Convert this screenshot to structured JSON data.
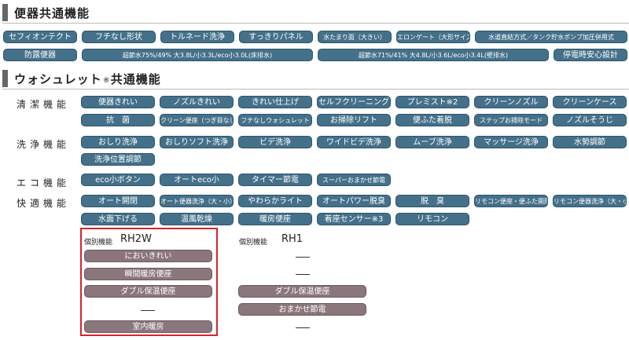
{
  "section1": {
    "title": "便器共通機能",
    "row1": [
      "セフィオンテクト",
      "フチなし形状",
      "トルネード洗浄",
      "すっきりパネル",
      "水たまり面（大きい）",
      "エロンゲート（大形サイズ）",
      "水道直結方式／タンク貯水ポンプ加圧併用式"
    ],
    "row2": [
      "防露便器",
      "超節水75%/49% 大3.8L/小3.3L/eco小3.0L(床排水)",
      "超節水71%/41% 大4.8L/小3.6L/eco小3.4L(壁排水)",
      "停電時安心設計"
    ]
  },
  "section2": {
    "title": "ウォシュレット",
    "title_mark": "®",
    "title_suffix": " 共通機能",
    "rows": [
      {
        "label": "清潔機能",
        "items": [
          "便器きれい",
          "ノズルきれい",
          "きれい仕上げ",
          "セルフクリーニング",
          "プレミスト※2",
          "クリーンノズル",
          "クリーンケース",
          "抗　菌",
          "クリーン便座（つぎ目なし）",
          "フチなしウォシュレット",
          "お掃除リフト",
          "便ふた着脱",
          "ステップお掃除モード",
          "ノズルそうじ"
        ]
      },
      {
        "label": "洗浄機能",
        "items": [
          "おしり洗浄",
          "おしりソフト洗浄",
          "ビデ洗浄",
          "ワイドビデ洗浄",
          "ムーブ洗浄",
          "マッサージ洗浄",
          "水勢調節",
          "洗浄位置調節"
        ]
      },
      {
        "label": "エコ機能",
        "items": [
          "eco小ボタン",
          "オートeco小",
          "タイマー節電",
          "スーパーおまかせ節電"
        ]
      },
      {
        "label": "快適機能",
        "items": [
          "オート開閉",
          "オート便器洗浄（大・小）",
          "やわらかライト",
          "オートパワー脱臭",
          "脱　臭",
          "リモコン便座・便ふた開閉",
          "リモコン便器洗浄（大・小）",
          "水面下げる",
          "温風乾燥",
          "暖房便座",
          "着座センサー※3",
          "リモコン"
        ]
      }
    ]
  },
  "individual": [
    {
      "label": "個別機能",
      "model": "RH2W",
      "items": [
        "においきれい",
        "瞬間暖房便座",
        "ダブル保温便座",
        "—",
        "室内暖房"
      ]
    },
    {
      "label": "個別機能",
      "model": "RH1",
      "items": [
        "—",
        "—",
        "ダブル保温便座",
        "おまかせ節電",
        "—"
      ]
    }
  ]
}
